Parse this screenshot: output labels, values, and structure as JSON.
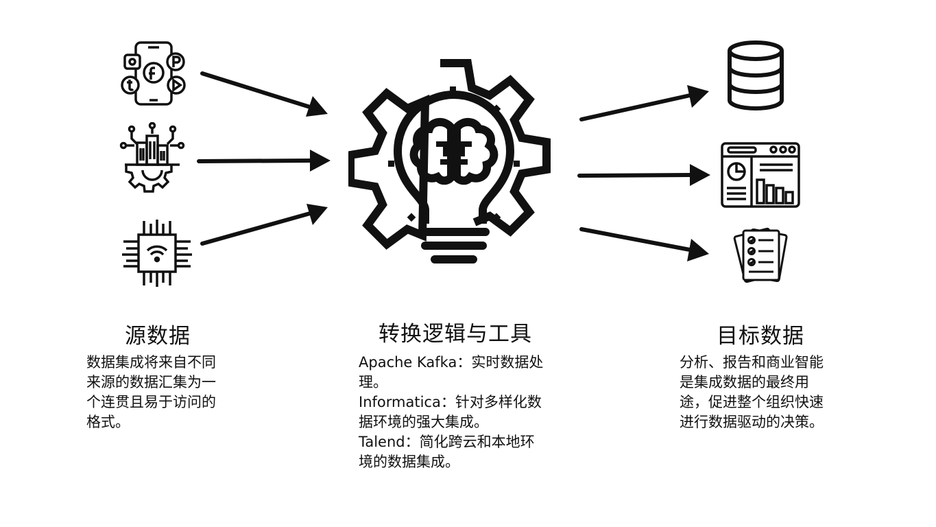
{
  "source": {
    "title": "源数据",
    "lines": [
      "数据集成将来自不同",
      "来源的数据汇集为一",
      "个连贯且易于访问的",
      "格式。"
    ],
    "icons": [
      "social-media-phone-icon",
      "smart-city-gear-icon",
      "iot-chip-wifi-icon"
    ]
  },
  "transform": {
    "title": "转换逻辑与工具",
    "lines": [
      "Apache Kafka：实时数据处",
      "理。",
      "Informatica：针对多样化数",
      "据环境的强大集成。",
      "Talend：简化跨云和本地环",
      "境的数据集成。"
    ],
    "icons": [
      "gear-brain-lightbulb-icon"
    ]
  },
  "target": {
    "title": "目标数据",
    "lines": [
      "分析、报告和商业智能",
      "是集成数据的最终用",
      "途，促进整个组织快速",
      "进行数据驱动的决策。"
    ],
    "icons": [
      "database-icon",
      "dashboard-window-icon",
      "checklist-document-icon"
    ]
  },
  "colors": {
    "ink": "#111111",
    "background": "#ffffff"
  }
}
